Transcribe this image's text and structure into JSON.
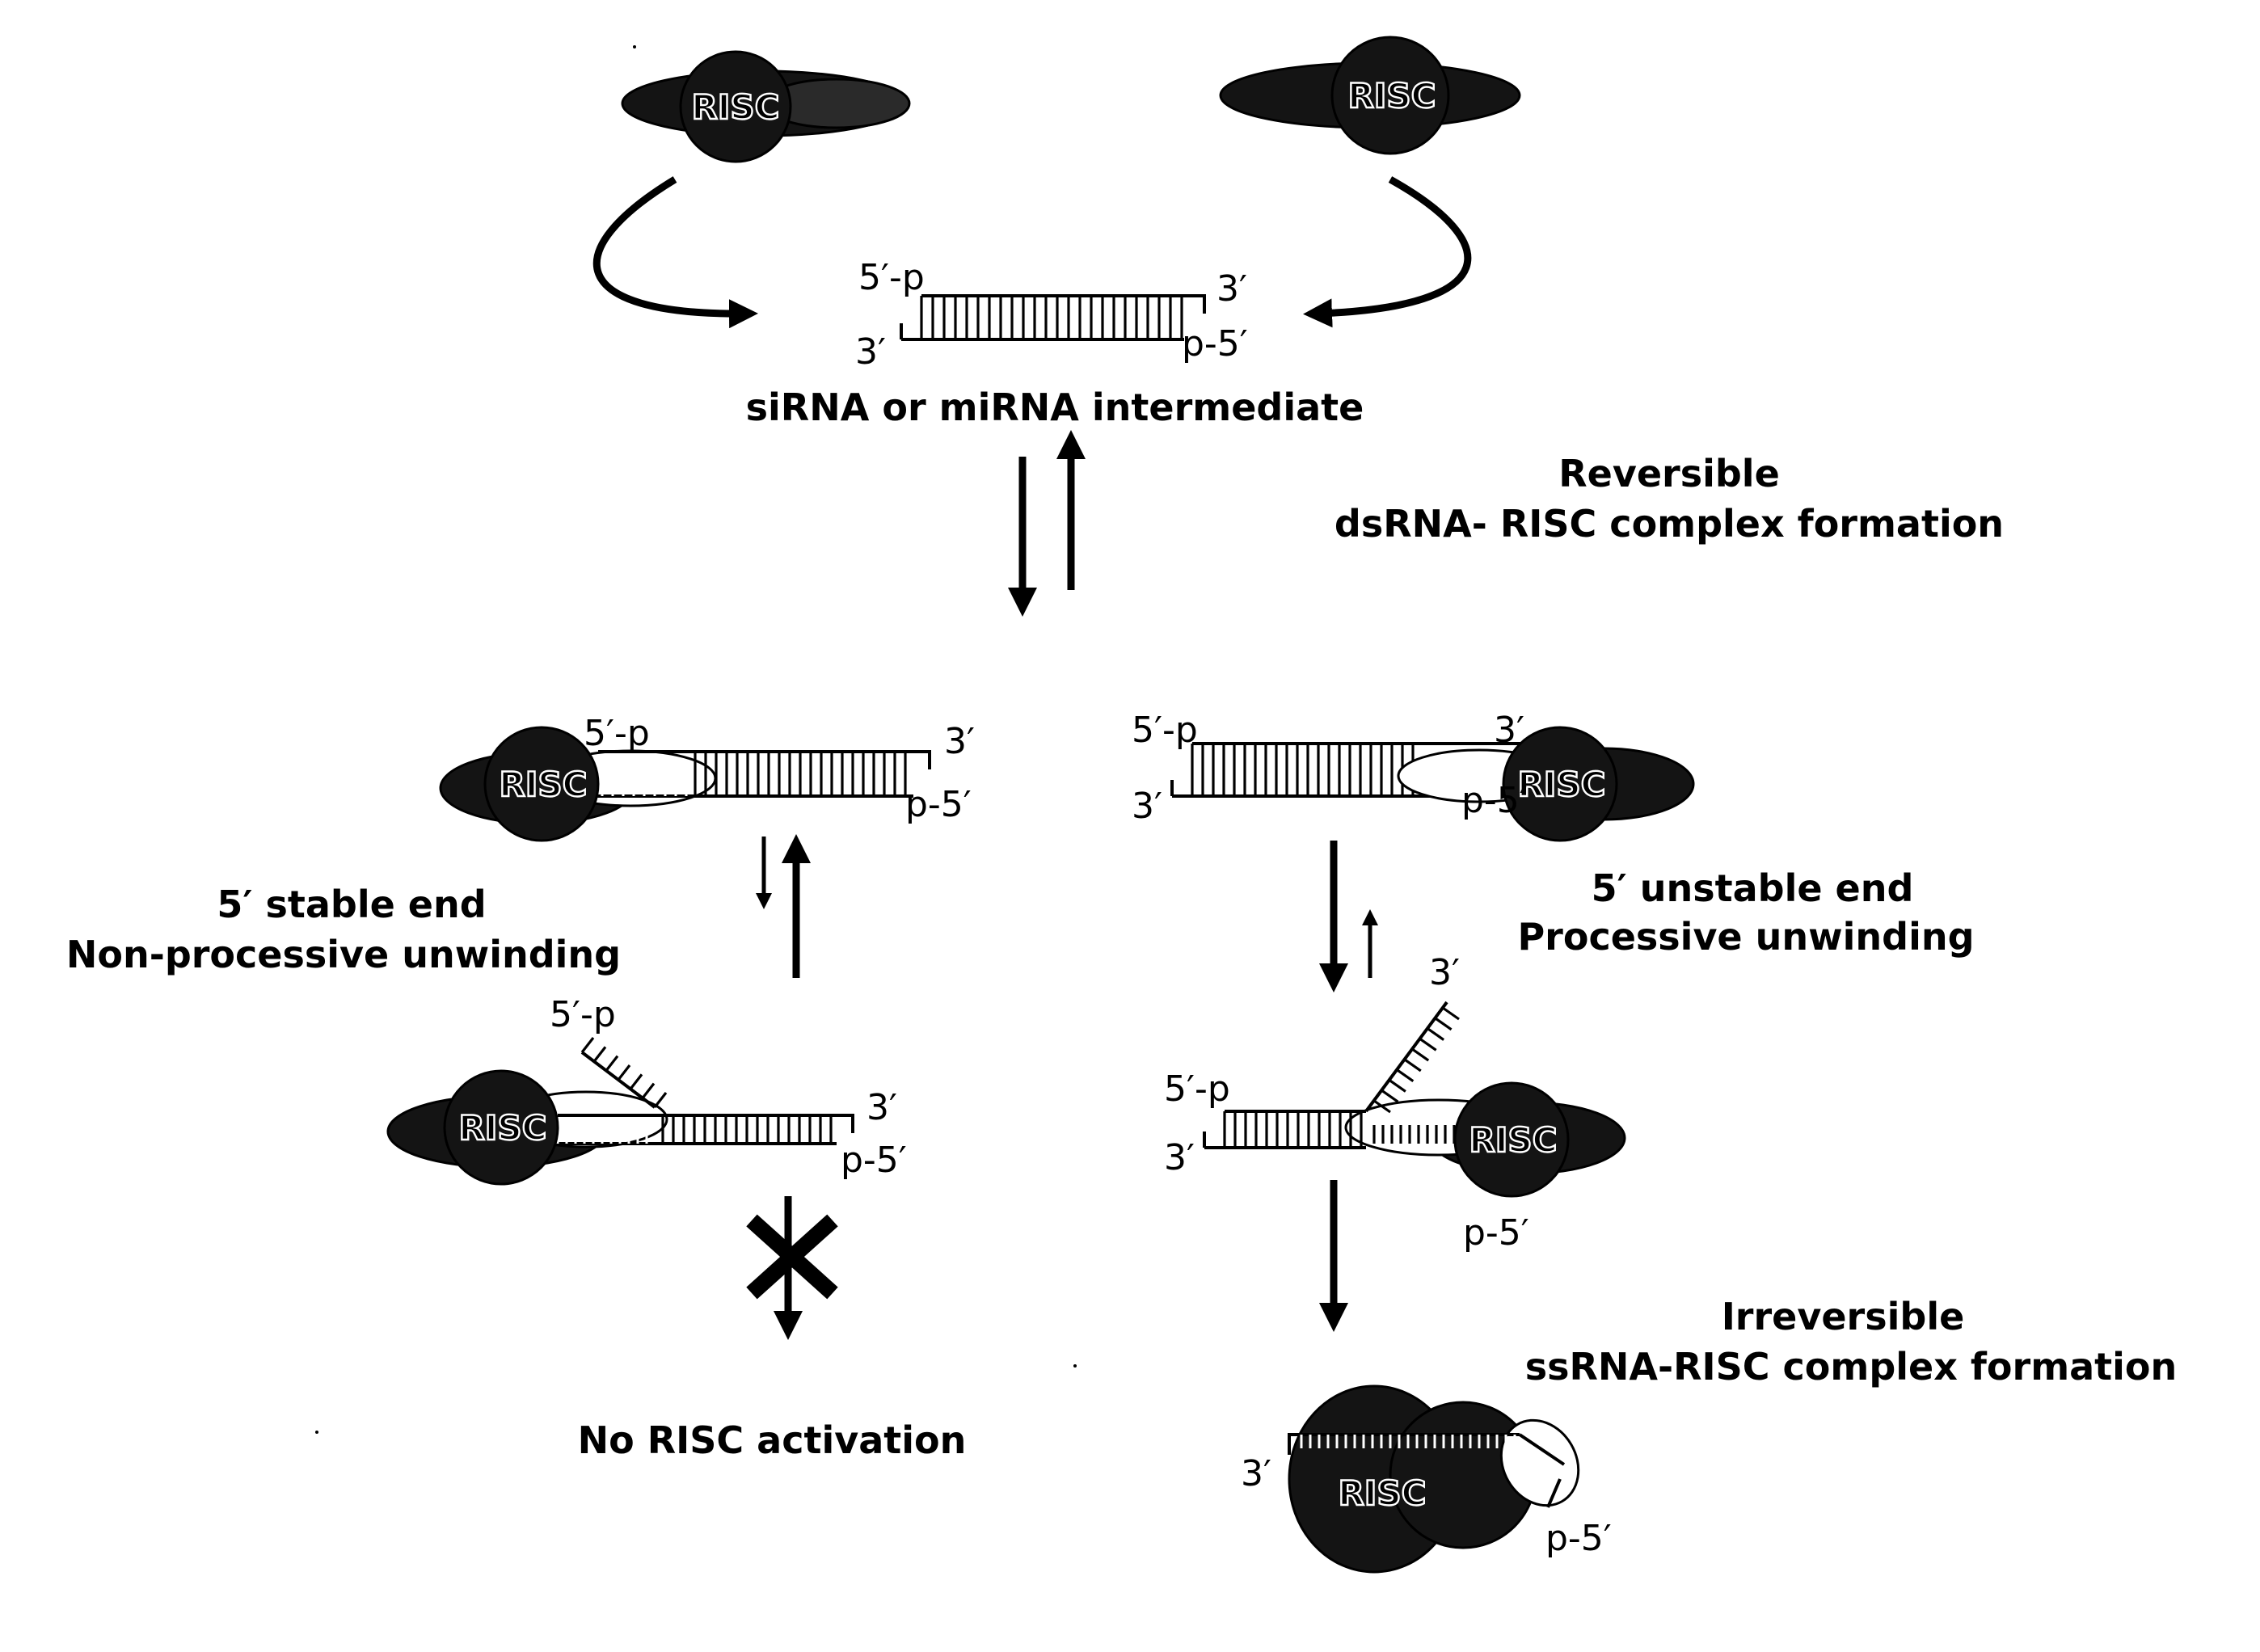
{
  "labels": {
    "intermediate": "siRNA or miRNA intermediate",
    "reversible_line1": "Reversible",
    "reversible_line2": "dsRNA- RISC complex formation",
    "stable_line1": "5′ stable end",
    "stable_line2": "Non-processive unwinding",
    "unstable_line1": "5′ unstable  end",
    "unstable_line2": "Processive unwinding",
    "irreversible_line1": "Irreversible",
    "irreversible_line2": "ssRNA-RISC complex formation",
    "no_activation": "No RISC activation"
  },
  "complex_label": "RISC",
  "ends": {
    "five_p": "5′-p",
    "three": "3′",
    "p_five": "p-5′"
  },
  "colors": {
    "ink": "#000000",
    "complex_fill": "#141414",
    "background": "#ffffff"
  }
}
